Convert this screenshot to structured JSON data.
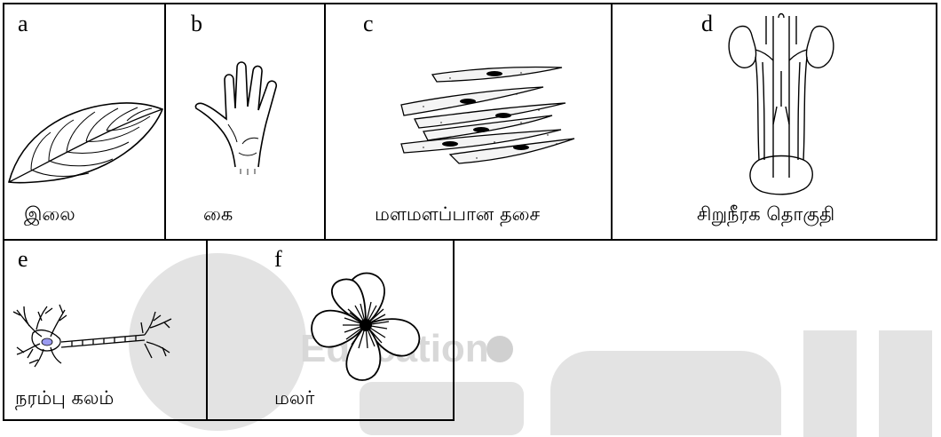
{
  "cells": [
    {
      "letter": "a",
      "caption": "இலை",
      "icon": "leaf-icon"
    },
    {
      "letter": "b",
      "caption": "கை",
      "icon": "hand-icon"
    },
    {
      "letter": "c",
      "caption": "மளமளப்பான தசை",
      "icon": "smooth-muscle-icon"
    },
    {
      "letter": "d",
      "caption": "சிறுநீரக தொகுதி",
      "icon": "urinary-system-icon"
    },
    {
      "letter": "e",
      "caption": "நரம்பு கலம்",
      "icon": "neuron-icon"
    },
    {
      "letter": "f",
      "caption": "மலர்",
      "icon": "flower-icon"
    }
  ],
  "watermark": {
    "text": "Education",
    "color": "#e3e3e3"
  },
  "neuron_nucleus_color": "#9b9bf0"
}
